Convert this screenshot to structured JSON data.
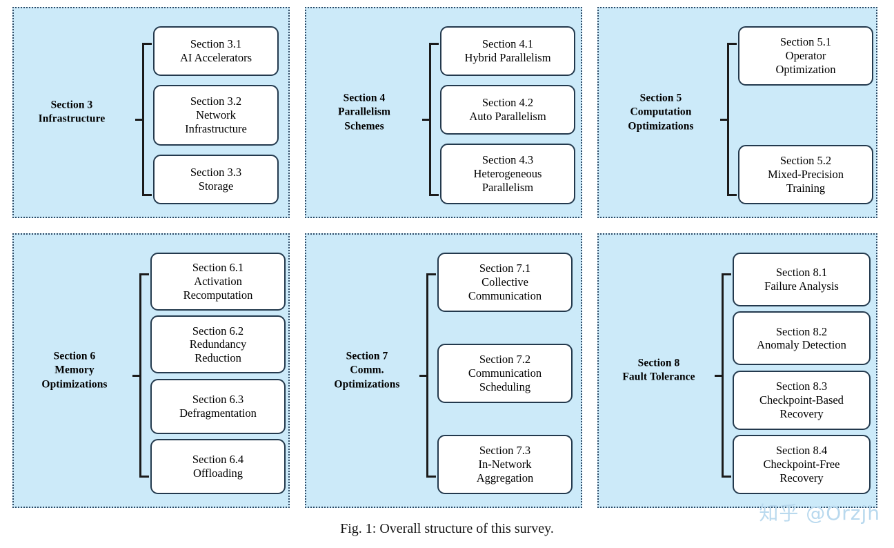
{
  "figure": {
    "caption": "Fig. 1: Overall structure of this survey.",
    "watermark": "知乎 @Orzjh",
    "panel_bg_color": "#cceaf9",
    "panel_border_color": "#2d4a66",
    "node_border_color": "#23394d",
    "node_fill_color": "#ffffff",
    "bracket_color": "#1b1b1b"
  },
  "panels": [
    {
      "id": "section-3",
      "label_lines": [
        "Section 3",
        "Infrastructure"
      ],
      "nodes": [
        {
          "lines": [
            "Section 3.1",
            "AI Accelerators"
          ]
        },
        {
          "lines": [
            "Section 3.2",
            "Network",
            "Infrastructure"
          ]
        },
        {
          "lines": [
            "Section 3.3",
            "Storage"
          ]
        }
      ]
    },
    {
      "id": "section-4",
      "label_lines": [
        "Section 4",
        "Parallelism",
        "Schemes"
      ],
      "nodes": [
        {
          "lines": [
            "Section 4.1",
            "Hybrid Parallelism"
          ]
        },
        {
          "lines": [
            "Section 4.2",
            "Auto Parallelism"
          ]
        },
        {
          "lines": [
            "Section 4.3",
            "Heterogeneous",
            "Parallelism"
          ]
        }
      ]
    },
    {
      "id": "section-5",
      "label_lines": [
        "Section 5",
        "Computation",
        "Optimizations"
      ],
      "nodes": [
        {
          "lines": [
            "Section 5.1",
            "Operator",
            "Optimization"
          ]
        },
        {
          "lines": [
            "Section 5.2",
            "Mixed-Precision",
            "Training"
          ]
        }
      ]
    },
    {
      "id": "section-6",
      "label_lines": [
        "Section 6",
        "Memory",
        "Optimizations"
      ],
      "nodes": [
        {
          "lines": [
            "Section 6.1",
            "Activation",
            "Recomputation"
          ]
        },
        {
          "lines": [
            "Section 6.2",
            "Redundancy",
            "Reduction"
          ]
        },
        {
          "lines": [
            "Section 6.3",
            "Defragmentation"
          ]
        },
        {
          "lines": [
            "Section 6.4",
            "Offloading"
          ]
        }
      ]
    },
    {
      "id": "section-7",
      "label_lines": [
        "Section 7",
        "Comm.",
        "Optimizations"
      ],
      "nodes": [
        {
          "lines": [
            "Section 7.1",
            "Collective",
            "Communication"
          ]
        },
        {
          "lines": [
            "Section 7.2",
            "Communication",
            "Scheduling"
          ]
        },
        {
          "lines": [
            "Section 7.3",
            "In-Network",
            "Aggregation"
          ]
        }
      ]
    },
    {
      "id": "section-8",
      "label_lines": [
        "Section 8",
        "Fault Tolerance"
      ],
      "nodes": [
        {
          "lines": [
            "Section 8.1",
            "Failure Analysis"
          ]
        },
        {
          "lines": [
            "Section 8.2",
            "Anomaly Detection"
          ]
        },
        {
          "lines": [
            "Section 8.3",
            "Checkpoint-Based",
            "Recovery"
          ]
        },
        {
          "lines": [
            "Section 8.4",
            "Checkpoint-Free",
            "Recovery"
          ]
        }
      ]
    }
  ]
}
